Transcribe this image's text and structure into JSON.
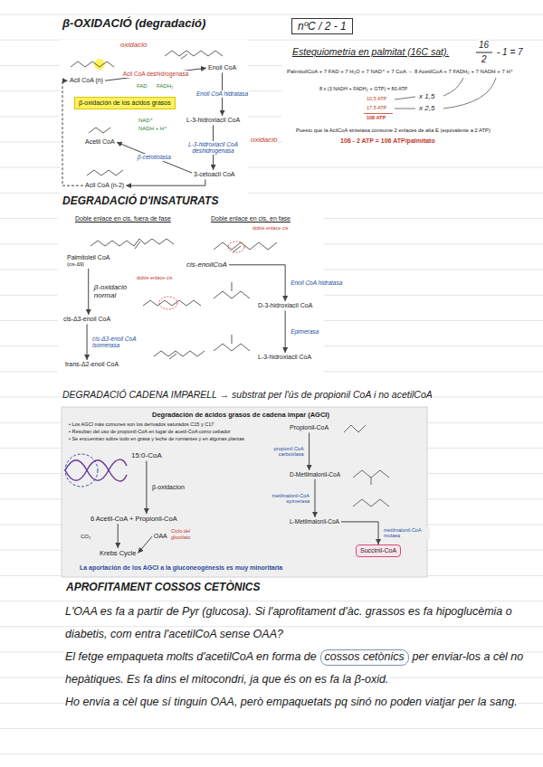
{
  "diagram": {
    "nodes": [
      {
        "text": [
          "Acil CoA (n)"
        ]
      },
      {
        "text": [
          "Enoil CoA"
        ]
      },
      {
        "text": [
          "L-3-hidroxiacil CoA"
        ]
      },
      {
        "text": [
          "3-cetoacil CoA"
        ]
      },
      {
        "text": [
          "Acetil CoA"
        ]
      },
      {
        "text": [
          "Acil CoA (n-2)"
        ]
      },
      {
        "text": [
          "β-oxidación de los ácidos grasos"
        ]
      },
      {
        "text": [
          "nºC / 2 - 1"
        ]
      },
      {
        "text": [
          "Palmitoleil CoA",
          "(cis-Δ9)"
        ]
      },
      {
        "text": [
          "cis-Δ3-enoil CoA"
        ]
      },
      {
        "text": [
          "trans-Δ2-enoil CoA"
        ]
      },
      {
        "text": [
          "cis-enoilCoA"
        ]
      },
      {
        "text": [
          "D-3-hidroxiacil CoA"
        ]
      },
      {
        "text": [
          "L-3-hidroxiacil CoA"
        ]
      },
      {
        "text": [
          "Degradación de ácidos grasos de cadena impar (AGCI)",
          "• Los AGCI más comunes son los derivados saturados C15 y C17",
          "• Resultan del uso de propionil-CoA en lugar de acetil-CoA como cebador",
          "• Se encuentran sobre todo en grasa y leche de rumiantes y en algunas plantas",
          "La aportación de los AGCI a la gluconeogénesis es muy minoritaria"
        ]
      },
      {
        "text": [
          "15:0-CoA"
        ],
        "in": 14
      },
      {
        "text": [
          "6 Acetil-CoA + Propionil-CoA"
        ],
        "in": 14
      },
      {
        "text": [
          "OAA"
        ],
        "in": 14
      },
      {
        "text": [
          "Krebs Cycle"
        ],
        "in": 14
      },
      {
        "text": [
          "Propionil-CoA"
        ],
        "in": 14
      },
      {
        "text": [
          "D-Metilmalonil-CoA"
        ],
        "in": 14
      },
      {
        "text": [
          "L-Metilmalonil-CoA"
        ],
        "in": 14
      },
      {
        "text": [
          "Succinil-CoA"
        ],
        "in": 14
      },
      {
        "text": [
          "cossos cetònics"
        ]
      }
    ],
    "edges": [
      {
        "from": 0,
        "to": 1,
        "label": "Acil CoA deshidrogenasa",
        "arrow": "to"
      },
      {
        "from": 1,
        "to": 2,
        "label": "Enoil CoA hidratasa",
        "arrow": "to"
      },
      {
        "from": 2,
        "to": 3,
        "label": "L-3-hidroxiacil CoA deshidrogenasa",
        "arrow": "to"
      },
      {
        "from": 3,
        "to": 4,
        "label": "β-cetotiolasa",
        "arrow": "to"
      },
      {
        "from": 3,
        "to": 5,
        "arrow": "to"
      },
      {
        "from": 5,
        "to": 0,
        "arrow": "to"
      },
      {
        "from": 8,
        "to": 9,
        "label": "β-oxidació normal",
        "arrow": "to"
      },
      {
        "from": 9,
        "to": 10,
        "label": "cis-Δ3-enoil CoA isomerasa",
        "arrow": "to"
      },
      {
        "from": 11,
        "to": 12,
        "label": "Enoil CoA hidratasa",
        "arrow": "to"
      },
      {
        "from": 12,
        "to": 13,
        "label": "Epimerasa",
        "arrow": "to"
      },
      {
        "from": 15,
        "to": 16,
        "label": "β-oxidacion",
        "arrow": "to"
      },
      {
        "from": 16,
        "to": 18,
        "arrow": "to"
      },
      {
        "from": 17,
        "to": 18,
        "arrow": "to"
      },
      {
        "from": 19,
        "to": 20,
        "label": "propionil CoA carboxilasa",
        "arrow": "to"
      },
      {
        "from": 20,
        "to": 21,
        "label": "metilmalonil-CoA epimerasa",
        "arrow": "to"
      },
      {
        "from": 21,
        "to": 22,
        "label": "metilmalonil-CoA mutasa",
        "arrow": "to"
      }
    ],
    "labels": [
      "β-OXIDACIÓ (degradació)",
      "oxidació",
      "oxidació",
      "FAD",
      "FADH₂",
      "NAD⁺",
      "NADH + H⁺",
      "Estequiometria en palmitat (16C sat).",
      "16",
      "2",
      "- 1 = 7",
      "PalmitoilCoA + 7 FAD + 7 H₂O + 7 NAD⁺ + 7 CoA → 8 AcetilCoA + 7 FADH₂ + 7 NADH + 7 H⁺",
      "8 x (3 NADH + FADH₂ + GTP) = 80 ATP",
      "10,5 ATP",
      "17,5 ATP",
      "108 ATP",
      "x 1,5",
      "x 2,5",
      "Puesto que la AcilCoA sintetasa consume 2 enlaces de alta E (equivalente a 2 ATP)",
      "108 - 2 ATP = 106 ATP/palmitato",
      "DEGRADACIÓ D'INSATURATS",
      "Doble enlace en cis, fuera de fase",
      "doble enlace cis",
      "Doble enlace en cis, en fase",
      "doble enlace cis",
      "DEGRADACIÓ CADENA IMPARELL → substrat per l'ús de propionil CoA i no acetilCoA",
      "CO₂",
      "Ciclo del glioxilato",
      "APROFITAMENT COSSOS CETÒNICS",
      "L'OAA es fa a partir de Pyr (glucosa). Si l'aprofitament d'àc. grassos es fa hipoglucèmia o diabetis, com entra l'acetilCoA sense OAA?",
      "El fetge empaqueta molts d'acetilCoA en forma de",
      "per enviar-los a cèl no hepàtiques. Es fa dins el mitocondri, ja que és on es fa la β-oxid.",
      "Ho envia a cèl que sí tinguin OAA, però empaquetats pq sinó no poden viatjar per la sang."
    ]
  }
}
